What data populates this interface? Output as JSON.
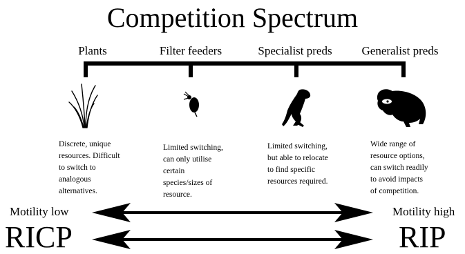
{
  "title": "Competition Spectrum",
  "categories": [
    {
      "label": "Plants",
      "icon": "plant-icon",
      "description": [
        "Discrete, unique",
        "resources. Difficult",
        "to switch to",
        "analogous",
        "alternatives."
      ]
    },
    {
      "label": "Filter feeders",
      "icon": "filter-feeder-icon",
      "description": [
        "Limited switching,",
        "can only utilise",
        "certain",
        "species/sizes of",
        "resource."
      ]
    },
    {
      "label": "Specialist preds",
      "icon": "ferret-icon",
      "description": [
        "Limited switching,",
        "but able to relocate",
        "to find specific",
        "resources required."
      ]
    },
    {
      "label": "Generalist preds",
      "icon": "raccoon-icon",
      "description": [
        "Wide range of",
        "resource options,",
        "can switch readily",
        "to avoid impacts",
        "of competition."
      ]
    }
  ],
  "motility": {
    "low": "Motility low",
    "high": "Motility high"
  },
  "ends": {
    "left": "RICP",
    "right": "RIP"
  }
}
